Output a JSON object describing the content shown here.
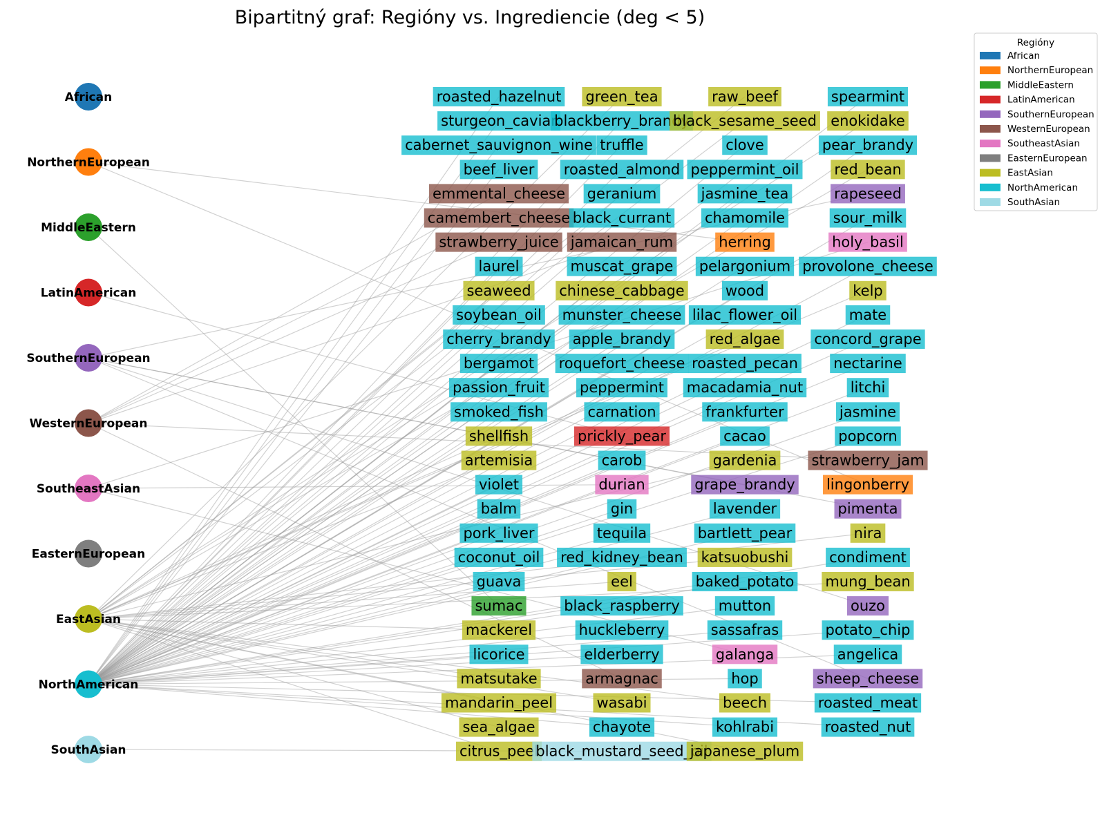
{
  "title": "Bipartitný graf: Regióny vs. Ingrediencie (deg < 5)",
  "legend": {
    "title": "Regióny"
  },
  "regions": [
    {
      "name": "African",
      "color": "#1f77b4"
    },
    {
      "name": "NorthernEuropean",
      "color": "#ff7f0e"
    },
    {
      "name": "MiddleEastern",
      "color": "#2ca02c"
    },
    {
      "name": "LatinAmerican",
      "color": "#d62728"
    },
    {
      "name": "SouthernEuropean",
      "color": "#9467bd"
    },
    {
      "name": "WesternEuropean",
      "color": "#8c564b"
    },
    {
      "name": "SoutheastAsian",
      "color": "#e377c2"
    },
    {
      "name": "EasternEuropean",
      "color": "#7f7f7f"
    },
    {
      "name": "EastAsian",
      "color": "#bcbd22"
    },
    {
      "name": "NorthAmerican",
      "color": "#17becf"
    },
    {
      "name": "SouthAsian",
      "color": "#9edae5"
    }
  ],
  "ingredient_columns": [
    [
      {
        "name": "roasted_hazelnut",
        "region": "NorthAmerican"
      },
      {
        "name": "sturgeon_caviar",
        "region": "NorthAmerican"
      },
      {
        "name": "cabernet_sauvignon_wine",
        "region": "NorthAmerican"
      },
      {
        "name": "beef_liver",
        "region": "NorthAmerican"
      },
      {
        "name": "emmental_cheese",
        "region": "WesternEuropean"
      },
      {
        "name": "camembert_cheese",
        "region": "WesternEuropean"
      },
      {
        "name": "strawberry_juice",
        "region": "WesternEuropean"
      },
      {
        "name": "laurel",
        "region": "NorthAmerican"
      },
      {
        "name": "seaweed",
        "region": "EastAsian"
      },
      {
        "name": "soybean_oil",
        "region": "NorthAmerican"
      },
      {
        "name": "cherry_brandy",
        "region": "NorthAmerican"
      },
      {
        "name": "bergamot",
        "region": "NorthAmerican"
      },
      {
        "name": "passion_fruit",
        "region": "NorthAmerican"
      },
      {
        "name": "smoked_fish",
        "region": "NorthAmerican"
      },
      {
        "name": "shellfish",
        "region": "EastAsian"
      },
      {
        "name": "artemisia",
        "region": "EastAsian"
      },
      {
        "name": "violet",
        "region": "NorthAmerican"
      },
      {
        "name": "balm",
        "region": "NorthAmerican"
      },
      {
        "name": "pork_liver",
        "region": "NorthAmerican"
      },
      {
        "name": "coconut_oil",
        "region": "NorthAmerican"
      },
      {
        "name": "guava",
        "region": "NorthAmerican"
      },
      {
        "name": "sumac",
        "region": "MiddleEastern"
      },
      {
        "name": "mackerel",
        "region": "EastAsian"
      },
      {
        "name": "licorice",
        "region": "NorthAmerican"
      },
      {
        "name": "matsutake",
        "region": "EastAsian"
      },
      {
        "name": "mandarin_peel",
        "region": "EastAsian"
      },
      {
        "name": "sea_algae",
        "region": "EastAsian"
      },
      {
        "name": "citrus_peel",
        "region": "EastAsian"
      }
    ],
    [
      {
        "name": "green_tea",
        "region": "EastAsian"
      },
      {
        "name": "blackberry_brandy",
        "region": "NorthAmerican"
      },
      {
        "name": "truffle",
        "region": "NorthAmerican"
      },
      {
        "name": "roasted_almond",
        "region": "NorthAmerican"
      },
      {
        "name": "geranium",
        "region": "NorthAmerican"
      },
      {
        "name": "black_currant",
        "region": "NorthAmerican"
      },
      {
        "name": "jamaican_rum",
        "region": "WesternEuropean"
      },
      {
        "name": "muscat_grape",
        "region": "NorthAmerican"
      },
      {
        "name": "chinese_cabbage",
        "region": "EastAsian"
      },
      {
        "name": "munster_cheese",
        "region": "NorthAmerican"
      },
      {
        "name": "apple_brandy",
        "region": "NorthAmerican"
      },
      {
        "name": "roquefort_cheese",
        "region": "NorthAmerican"
      },
      {
        "name": "peppermint",
        "region": "NorthAmerican"
      },
      {
        "name": "carnation",
        "region": "NorthAmerican"
      },
      {
        "name": "prickly_pear",
        "region": "LatinAmerican"
      },
      {
        "name": "carob",
        "region": "NorthAmerican"
      },
      {
        "name": "durian",
        "region": "SoutheastAsian"
      },
      {
        "name": "gin",
        "region": "NorthAmerican"
      },
      {
        "name": "tequila",
        "region": "NorthAmerican"
      },
      {
        "name": "red_kidney_bean",
        "region": "NorthAmerican"
      },
      {
        "name": "eel",
        "region": "EastAsian"
      },
      {
        "name": "black_raspberry",
        "region": "NorthAmerican"
      },
      {
        "name": "huckleberry",
        "region": "NorthAmerican"
      },
      {
        "name": "elderberry",
        "region": "NorthAmerican"
      },
      {
        "name": "armagnac",
        "region": "WesternEuropean"
      },
      {
        "name": "wasabi",
        "region": "EastAsian"
      },
      {
        "name": "chayote",
        "region": "NorthAmerican"
      },
      {
        "name": "black_mustard_seed_oil",
        "region": "SouthAsian"
      }
    ],
    [
      {
        "name": "raw_beef",
        "region": "EastAsian"
      },
      {
        "name": "black_sesame_seed",
        "region": "EastAsian"
      },
      {
        "name": "clove",
        "region": "NorthAmerican"
      },
      {
        "name": "peppermint_oil",
        "region": "NorthAmerican"
      },
      {
        "name": "jasmine_tea",
        "region": "NorthAmerican"
      },
      {
        "name": "chamomile",
        "region": "NorthAmerican"
      },
      {
        "name": "herring",
        "region": "NorthernEuropean"
      },
      {
        "name": "pelargonium",
        "region": "NorthAmerican"
      },
      {
        "name": "wood",
        "region": "NorthAmerican"
      },
      {
        "name": "lilac_flower_oil",
        "region": "NorthAmerican"
      },
      {
        "name": "red_algae",
        "region": "EastAsian"
      },
      {
        "name": "roasted_pecan",
        "region": "NorthAmerican"
      },
      {
        "name": "macadamia_nut",
        "region": "NorthAmerican"
      },
      {
        "name": "frankfurter",
        "region": "NorthAmerican"
      },
      {
        "name": "cacao",
        "region": "NorthAmerican"
      },
      {
        "name": "gardenia",
        "region": "EastAsian"
      },
      {
        "name": "grape_brandy",
        "region": "SouthernEuropean"
      },
      {
        "name": "lavender",
        "region": "NorthAmerican"
      },
      {
        "name": "bartlett_pear",
        "region": "NorthAmerican"
      },
      {
        "name": "katsuobushi",
        "region": "EastAsian"
      },
      {
        "name": "baked_potato",
        "region": "NorthAmerican"
      },
      {
        "name": "mutton",
        "region": "NorthAmerican"
      },
      {
        "name": "sassafras",
        "region": "NorthAmerican"
      },
      {
        "name": "galanga",
        "region": "SoutheastAsian"
      },
      {
        "name": "hop",
        "region": "NorthAmerican"
      },
      {
        "name": "beech",
        "region": "EastAsian"
      },
      {
        "name": "kohlrabi",
        "region": "NorthAmerican"
      },
      {
        "name": "japanese_plum",
        "region": "EastAsian"
      }
    ],
    [
      {
        "name": "spearmint",
        "region": "NorthAmerican"
      },
      {
        "name": "enokidake",
        "region": "EastAsian"
      },
      {
        "name": "pear_brandy",
        "region": "NorthAmerican"
      },
      {
        "name": "red_bean",
        "region": "EastAsian"
      },
      {
        "name": "rapeseed",
        "region": "SouthernEuropean"
      },
      {
        "name": "sour_milk",
        "region": "NorthAmerican"
      },
      {
        "name": "holy_basil",
        "region": "SoutheastAsian"
      },
      {
        "name": "provolone_cheese",
        "region": "NorthAmerican"
      },
      {
        "name": "kelp",
        "region": "EastAsian"
      },
      {
        "name": "mate",
        "region": "NorthAmerican"
      },
      {
        "name": "concord_grape",
        "region": "NorthAmerican"
      },
      {
        "name": "nectarine",
        "region": "NorthAmerican"
      },
      {
        "name": "litchi",
        "region": "NorthAmerican"
      },
      {
        "name": "jasmine",
        "region": "NorthAmerican"
      },
      {
        "name": "popcorn",
        "region": "NorthAmerican"
      },
      {
        "name": "strawberry_jam",
        "region": "WesternEuropean"
      },
      {
        "name": "lingonberry",
        "region": "NorthernEuropean"
      },
      {
        "name": "pimenta",
        "region": "SouthernEuropean"
      },
      {
        "name": "nira",
        "region": "EastAsian"
      },
      {
        "name": "condiment",
        "region": "NorthAmerican"
      },
      {
        "name": "mung_bean",
        "region": "EastAsian"
      },
      {
        "name": "ouzo",
        "region": "SouthernEuropean"
      },
      {
        "name": "potato_chip",
        "region": "NorthAmerican"
      },
      {
        "name": "angelica",
        "region": "NorthAmerican"
      },
      {
        "name": "sheep_cheese",
        "region": "SouthernEuropean"
      },
      {
        "name": "roasted_meat",
        "region": "NorthAmerican"
      },
      {
        "name": "roasted_nut",
        "region": "NorthAmerican"
      }
    ]
  ]
}
